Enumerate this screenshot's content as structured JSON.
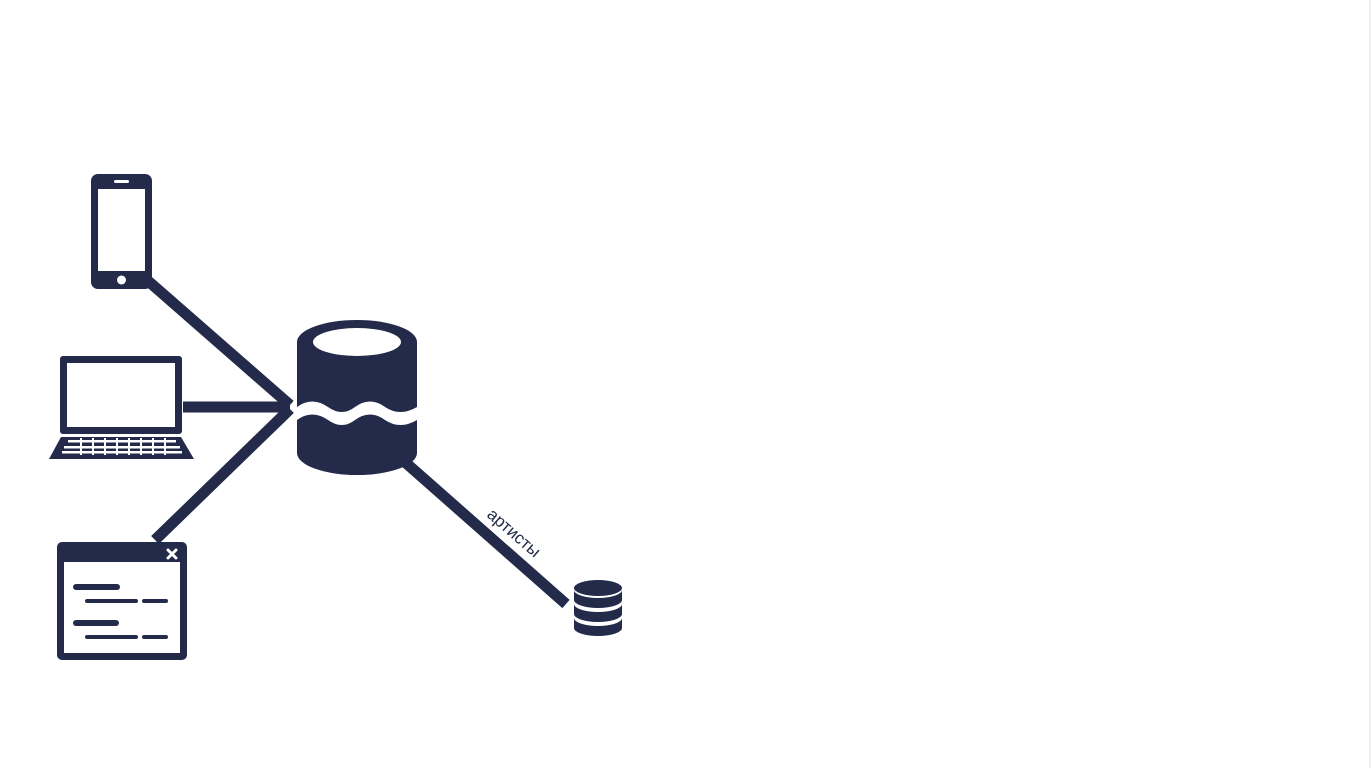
{
  "colors": {
    "primary": "#232a4a",
    "background": "#ffffff"
  },
  "diagram": {
    "sources": [
      {
        "name": "smartphone",
        "icon": "smartphone-icon"
      },
      {
        "name": "laptop",
        "icon": "laptop-icon"
      },
      {
        "name": "browser-window",
        "icon": "browser-window-icon"
      }
    ],
    "hub": {
      "icon": "data-lake-icon"
    },
    "outputs": [
      {
        "label": "артисты",
        "icon": "database-icon"
      }
    ]
  }
}
